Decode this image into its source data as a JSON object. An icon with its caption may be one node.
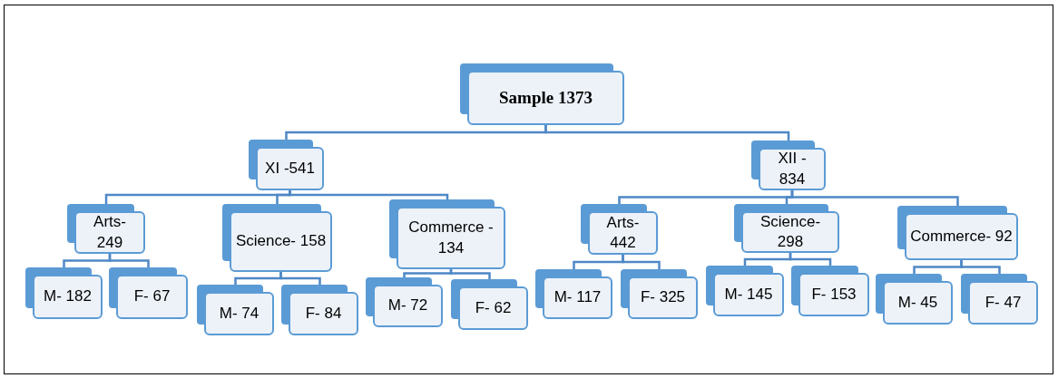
{
  "diagram": {
    "nodes": [
      {
        "text": [
          "Sample 1373"
        ]
      },
      {
        "text": [
          "XI -541"
        ]
      },
      {
        "text": [
          "XII - 834"
        ]
      },
      {
        "text": [
          "Arts- 249"
        ]
      },
      {
        "text": [
          "Science- 158"
        ]
      },
      {
        "text": [
          "Commerce - 134"
        ]
      },
      {
        "text": [
          "Arts- 442"
        ]
      },
      {
        "text": [
          "Science- 298"
        ]
      },
      {
        "text": [
          "Commerce- 92"
        ]
      },
      {
        "text": [
          "M- 182"
        ]
      },
      {
        "text": [
          "F- 67"
        ]
      },
      {
        "text": [
          "M- 74"
        ]
      },
      {
        "text": [
          "F- 84"
        ]
      },
      {
        "text": [
          "M- 72"
        ]
      },
      {
        "text": [
          "F- 62"
        ]
      },
      {
        "text": [
          "M- 117"
        ]
      },
      {
        "text": [
          "F- 325"
        ]
      },
      {
        "text": [
          "M- 145"
        ]
      },
      {
        "text": [
          "F- 153"
        ]
      },
      {
        "text": [
          "M- 45"
        ]
      },
      {
        "text": [
          "F- 47"
        ]
      }
    ],
    "edges": [
      {
        "from": 0,
        "to": 1,
        "arrow": "none"
      },
      {
        "from": 0,
        "to": 2,
        "arrow": "none"
      },
      {
        "from": 1,
        "to": 3,
        "arrow": "none"
      },
      {
        "from": 1,
        "to": 4,
        "arrow": "none"
      },
      {
        "from": 1,
        "to": 5,
        "arrow": "none"
      },
      {
        "from": 2,
        "to": 6,
        "arrow": "none"
      },
      {
        "from": 2,
        "to": 7,
        "arrow": "none"
      },
      {
        "from": 2,
        "to": 8,
        "arrow": "none"
      },
      {
        "from": 3,
        "to": 9,
        "arrow": "none"
      },
      {
        "from": 3,
        "to": 10,
        "arrow": "none"
      },
      {
        "from": 4,
        "to": 11,
        "arrow": "none"
      },
      {
        "from": 4,
        "to": 12,
        "arrow": "none"
      },
      {
        "from": 5,
        "to": 13,
        "arrow": "none"
      },
      {
        "from": 5,
        "to": 14,
        "arrow": "none"
      },
      {
        "from": 6,
        "to": 15,
        "arrow": "none"
      },
      {
        "from": 6,
        "to": 16,
        "arrow": "none"
      },
      {
        "from": 7,
        "to": 17,
        "arrow": "none"
      },
      {
        "from": 7,
        "to": 18,
        "arrow": "none"
      },
      {
        "from": 8,
        "to": 19,
        "arrow": "none"
      },
      {
        "from": 8,
        "to": 20,
        "arrow": "none"
      }
    ]
  }
}
